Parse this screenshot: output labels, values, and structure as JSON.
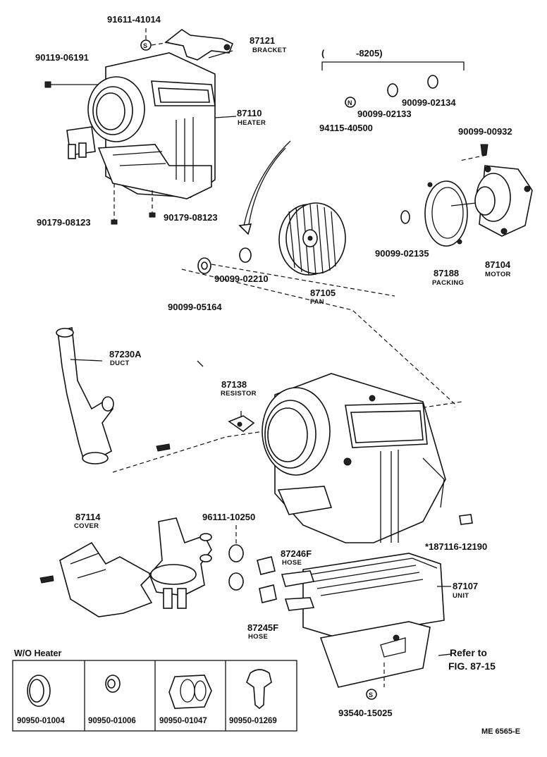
{
  "labels": {
    "p91611": "91611-41014",
    "p87121": "87121",
    "bracket": "BRACKET",
    "p90119": "90119-06191",
    "p87110": "87110",
    "heater": "HEATER",
    "p90179a": "90179-08123",
    "p90179b": "90179-08123",
    "range_open": "(",
    "range_val": "-8205)",
    "p94115": "94115-40500",
    "p90099_02133": "90099-02133",
    "p90099_02134": "90099-02134",
    "p90099_00932": "90099-00932",
    "p90099_02135": "90099-02135",
    "p87188": "87188",
    "packing": "PACKING",
    "p87104": "87104",
    "motor": "MOTOR",
    "p90099_02210": "90099-02210",
    "p87105": "87105",
    "fan": "FAN",
    "p90099_05164": "90099-05164",
    "p87230A": "87230A",
    "duct": "DUCT",
    "p87138": "87138",
    "resistor": "RESISTOR",
    "p87114": "87114",
    "cover": "COVER",
    "p96111": "96111-10250",
    "p87246F": "87246F",
    "hose1": "HOSE",
    "p87116": "*187116-12190",
    "p87107": "87107",
    "unit": "UNIT",
    "p87245F": "87245F",
    "hose2": "HOSE",
    "wo_heater": "W/O Heater",
    "g1": "90950-01004",
    "g2": "90950-01006",
    "g3": "90950-01047",
    "g4": "90950-01269",
    "refer1": "Refer to",
    "refer2": "FIG. 87-15",
    "p93540": "93540-15025",
    "code": "ME 6565-E",
    "mark_s": "S",
    "mark_n": "N"
  }
}
